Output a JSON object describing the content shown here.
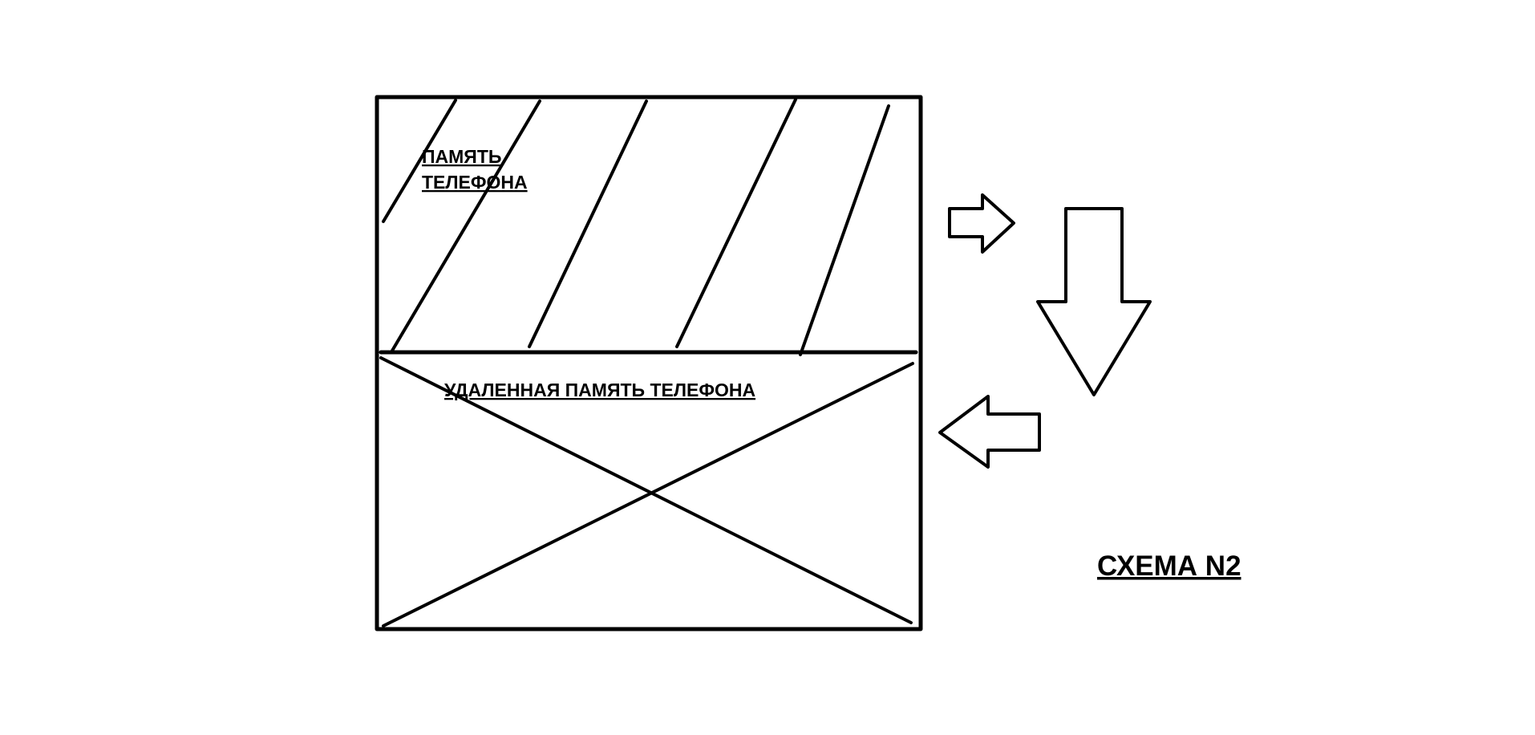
{
  "labels": {
    "phone_memory_line1": "ПАМЯТЬ",
    "phone_memory_line2": "ТЕЛЕФОНА",
    "deleted_memory": "УДАЛЕННАЯ ПАМЯТЬ ТЕЛЕФОНА",
    "scheme_title": "СХЕМА N2"
  },
  "colors": {
    "background": "#ffffff",
    "ink": "#000000"
  }
}
